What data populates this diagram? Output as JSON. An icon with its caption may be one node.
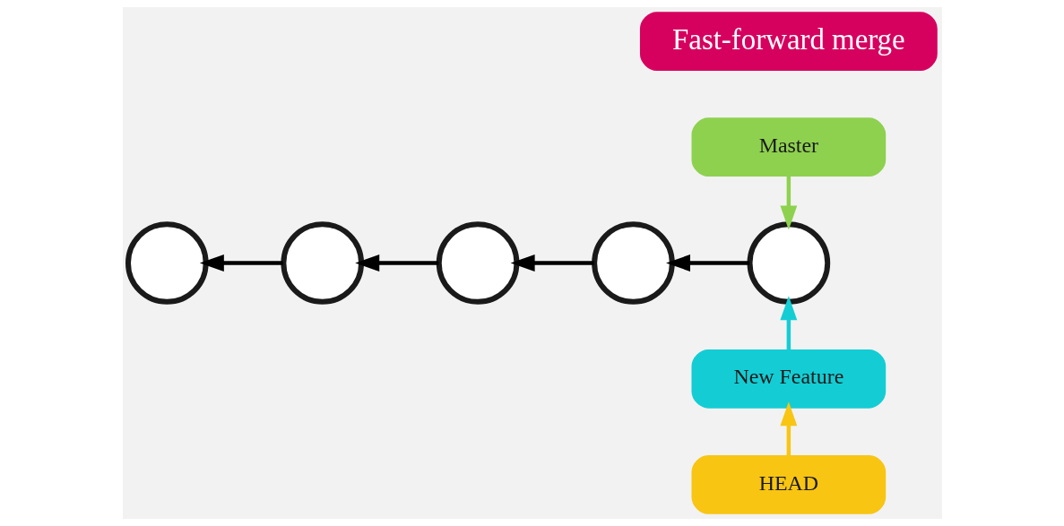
{
  "diagram": {
    "nodes": [
      {
        "text": [
          "Fast-forward merge"
        ]
      },
      {
        "text": [
          "Master"
        ]
      },
      {
        "text": [],
        "shape": "circle"
      },
      {
        "text": [],
        "shape": "circle"
      },
      {
        "text": [],
        "shape": "circle"
      },
      {
        "text": [],
        "shape": "circle"
      },
      {
        "text": [],
        "shape": "circle"
      },
      {
        "text": [
          "New Feature"
        ]
      },
      {
        "text": [
          "HEAD"
        ]
      }
    ],
    "edges": [
      {
        "from": 6,
        "to": 5,
        "arrow": "to"
      },
      {
        "from": 5,
        "to": 4,
        "arrow": "to"
      },
      {
        "from": 4,
        "to": 3,
        "arrow": "to"
      },
      {
        "from": 3,
        "to": 2,
        "arrow": "to"
      },
      {
        "from": 1,
        "to": 6,
        "arrow": "to",
        "color": "#8ed14f"
      },
      {
        "from": 7,
        "to": 6,
        "arrow": "to",
        "color": "#14cdd4"
      },
      {
        "from": 8,
        "to": 7,
        "arrow": "to",
        "color": "#f8c513"
      }
    ]
  }
}
